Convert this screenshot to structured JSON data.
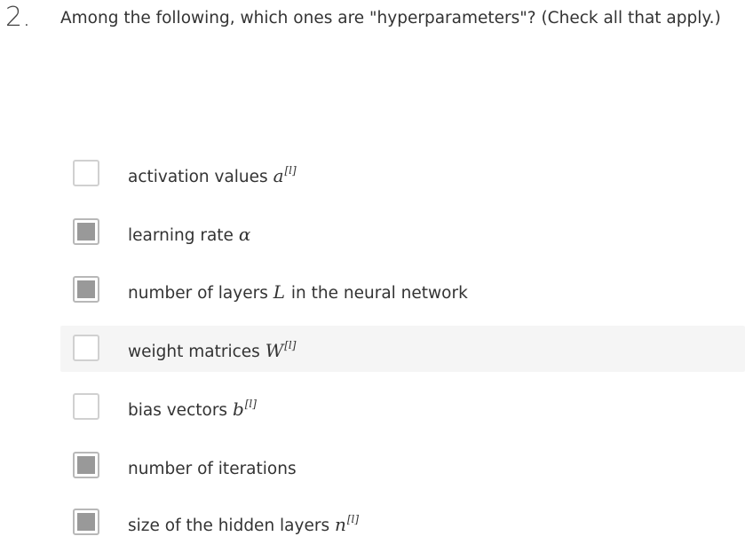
{
  "question": {
    "number": "2.",
    "text": "Among the following, which ones are \"hyperparameters\"? (Check all that apply.)"
  },
  "options": [
    {
      "text": "activation values ",
      "math": "a",
      "superscript": "[l]",
      "suffix": "",
      "checked": false,
      "hovered": false
    },
    {
      "text": "learning rate ",
      "math": "α",
      "superscript": "",
      "suffix": "",
      "checked": true,
      "hovered": false
    },
    {
      "text": "number of layers ",
      "math": "L",
      "superscript": "",
      "suffix": " in the neural network",
      "checked": true,
      "hovered": false
    },
    {
      "text": "weight matrices ",
      "math": "W",
      "superscript": "[l]",
      "suffix": "",
      "checked": false,
      "hovered": true
    },
    {
      "text": "bias vectors ",
      "math": "b",
      "superscript": "[l]",
      "suffix": "",
      "checked": false,
      "hovered": false
    },
    {
      "text": "number of iterations",
      "math": "",
      "superscript": "",
      "suffix": "",
      "checked": true,
      "hovered": false
    },
    {
      "text": "size of the hidden layers ",
      "math": "n",
      "superscript": "[l]",
      "suffix": "",
      "checked": true,
      "hovered": false
    }
  ],
  "colors": {
    "checkbox_fill": "#999999",
    "hover_row": "#f5f5f5",
    "text": "#333333"
  }
}
